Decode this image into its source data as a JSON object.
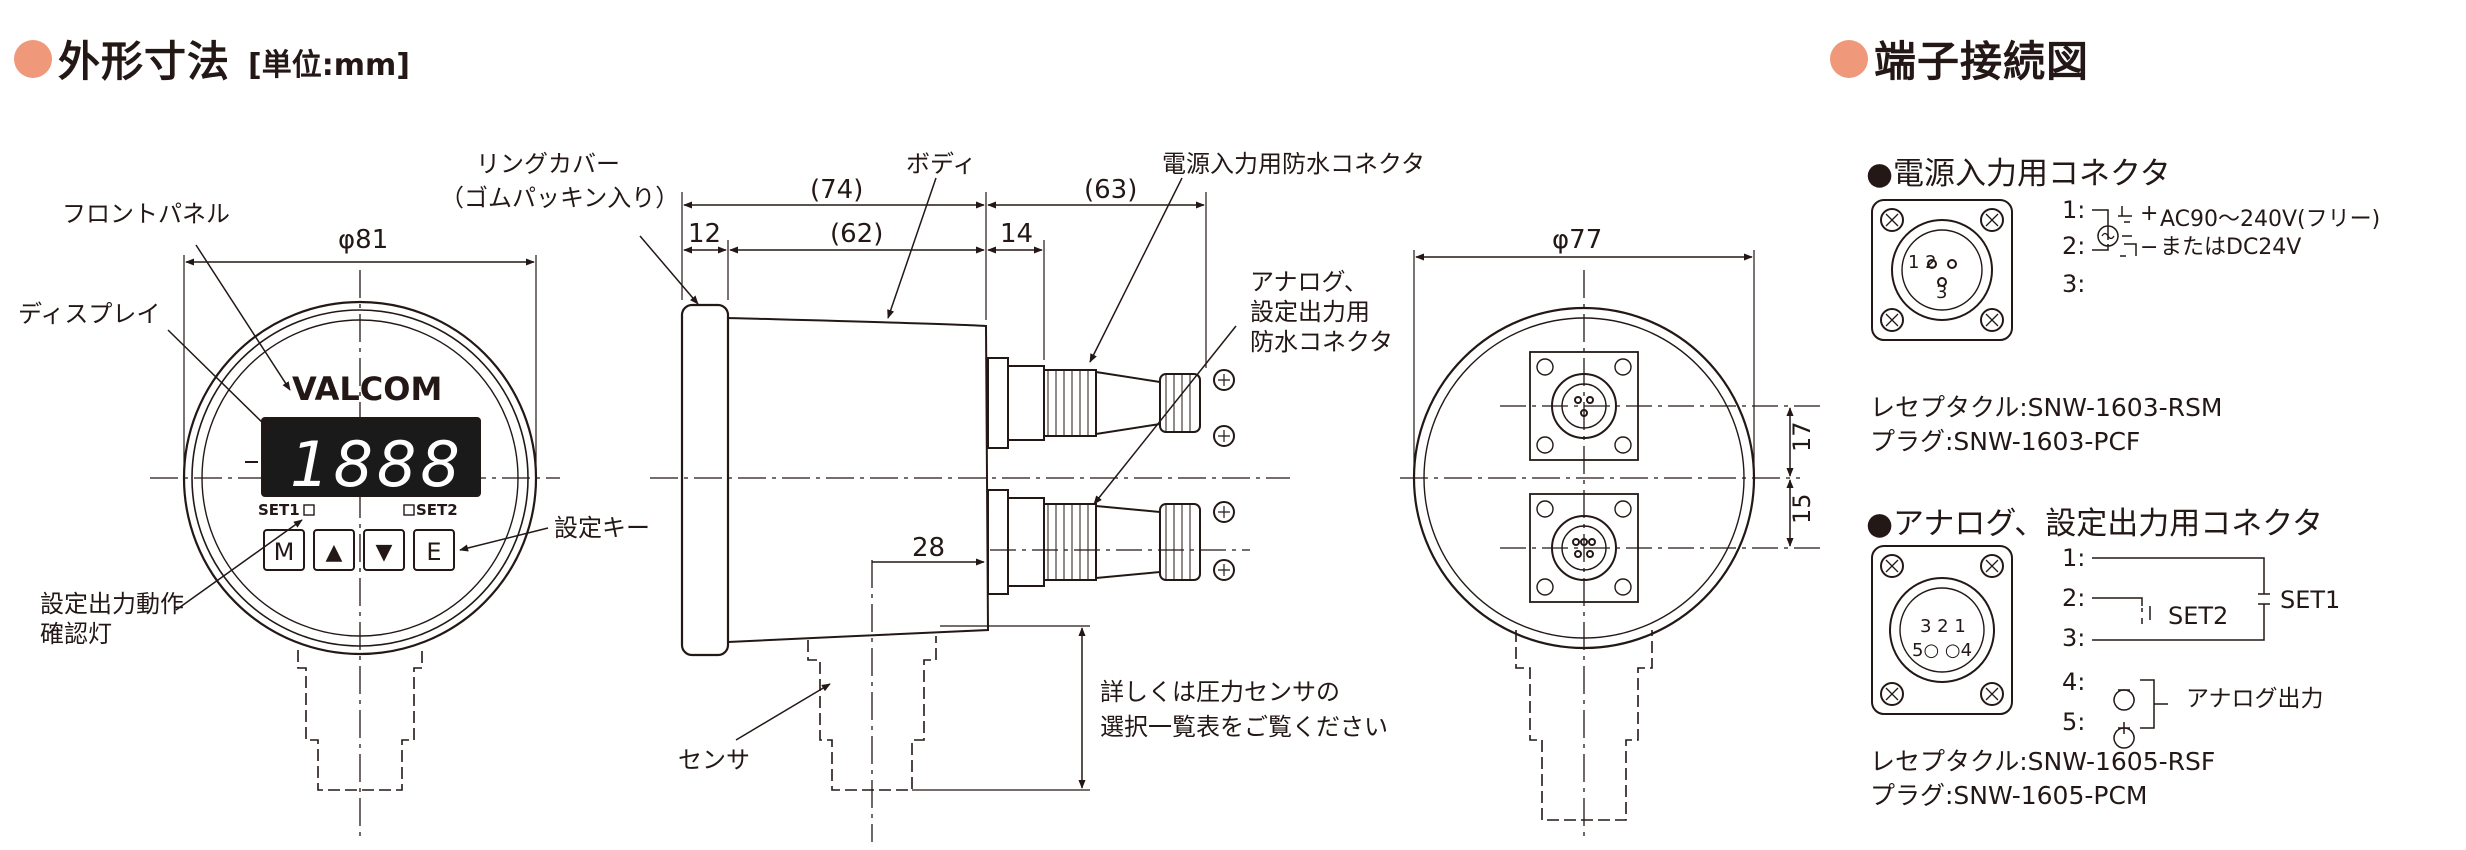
{
  "dimensions": {
    "title": "外形寸法",
    "unit": "[単位:mm]",
    "front": {
      "brand": "VALCOM",
      "display": "1888",
      "set1": "SET1",
      "set2": "SET2",
      "keys": [
        "M",
        "▲",
        "▼",
        "E"
      ],
      "dim_dia": "φ81",
      "labels": {
        "front_panel": "フロントパネル",
        "display": "ディスプレイ",
        "led_line1": "設定出力動作",
        "led_line2": "確認灯",
        "keys": "設定キー"
      }
    },
    "side": {
      "ring_line1": "リングカバー",
      "ring_line2": "（ゴムパッキン入り）",
      "body": "ボディ",
      "power_conn": "電源入力用防水コネクタ",
      "analog_line1": "アナログ、",
      "analog_line2": "設定出力用",
      "analog_line3": "防水コネクタ",
      "sensor": "センサ",
      "note_line1": "詳しくは圧力センサの",
      "note_line2": "選択一覧表をご覧ください",
      "dim_74": "(74)",
      "dim_63": "(63)",
      "dim_12": "12",
      "dim_62": "(62)",
      "dim_14": "14",
      "dim_28": "28"
    },
    "rear": {
      "dim_dia": "φ77",
      "dim_17": "17",
      "dim_15": "15"
    }
  },
  "terminals": {
    "title": "端子接続図",
    "power": {
      "heading": "●電源入力用コネクタ",
      "pins_top": "1 2",
      "pin3": "3",
      "rows": [
        "1:",
        "2:",
        "3:"
      ],
      "plus": "+",
      "minus": "−",
      "spec_ac": "AC90～240V(フリー)",
      "spec_dc": "またはDC24V",
      "receptacle": "レセプタクル:SNW-1603-RSM",
      "plug": "プラグ:SNW-1603-PCF"
    },
    "analog": {
      "heading": "●アナログ、設定出力用コネクタ",
      "pins_top": "3 2 1",
      "pins_bottom": "5○ ○4",
      "rows": [
        "1:",
        "2:",
        "3:",
        "4:",
        "5:"
      ],
      "set1": "SET1",
      "set2": "SET2",
      "analog_out": "アナログ出力",
      "receptacle": "レセプタクル:SNW-1605-RSF",
      "plug": "プラグ:SNW-1605-PCM"
    }
  }
}
